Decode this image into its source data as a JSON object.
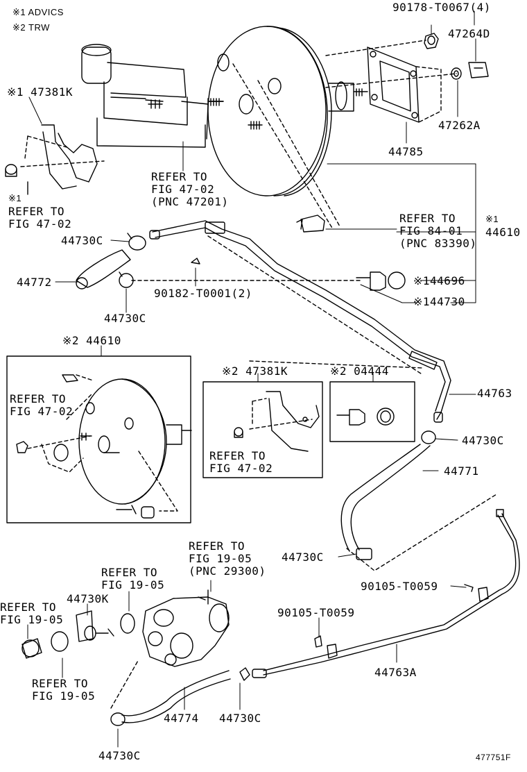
{
  "notes": {
    "note1": "※1 ADVICS",
    "note2": "※2 TRW"
  },
  "parts": {
    "p90178": "90178-T0067(4)",
    "p47264d": "47264D",
    "p47262a": "47262A",
    "p44785": "44785",
    "p47381k_top": "※1 47381K",
    "p44610_top": "44610",
    "p44610_mark": "※1",
    "p44730c_a": "44730C",
    "p44772": "44772",
    "p90182": "90182-T0001(2)",
    "p44730c_b": "44730C",
    "p44696": "※144696",
    "p44730_r": "※144730",
    "p44610_box": "※2 44610",
    "p47381k_box": "※2 47381K",
    "p04444_box": "※2 04444",
    "p44763": "44763",
    "p44730c_c": "44730C",
    "p44771": "44771",
    "p44730c_d": "44730C",
    "p90105_a": "90105-T0059",
    "p90105_b": "90105-T0059",
    "p44730k": "44730K",
    "p44763a": "44763A",
    "p44774": "44774",
    "p44730c_e": "44730C",
    "p44730c_f": "44730C"
  },
  "refs": {
    "r_mc": "REFER TO\nFIG 47-02\n(PNC 47201)",
    "r_left_top_mark": "※1",
    "r_left_top": "REFER TO\nFIG 47-02",
    "r_84": "REFER TO\nFIG 84-01\n(PNC 83390)",
    "r_box1": "REFER TO\nFIG 47-02",
    "r_box2": "REFER TO\nFIG 47-02",
    "r_pump": "REFER TO\nFIG 19-05\n(PNC 29300)",
    "r_1905_a": "REFER TO\nFIG 19-05",
    "r_1905_b": "REFER TO\nFIG 19-05",
    "r_1905_c": "REFER TO\nFIG 19-05"
  },
  "figure_code": "477751F"
}
